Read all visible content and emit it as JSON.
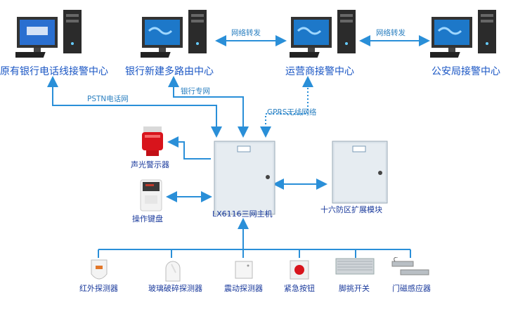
{
  "centers": {
    "bank_phone": "原有银行电话线接警中心",
    "bank_router": "银行新建多路由中心",
    "operator": "运营商接警中心",
    "police": "公安局接警中心"
  },
  "links": {
    "forward_1": "网络转发",
    "forward_2": "网络转发",
    "pstn": "PSTN电话网",
    "bank_private": "银行专网",
    "gprs": "GPRS无线网络"
  },
  "devices": {
    "alarm_light": "声光警示器",
    "keypad": "操作键盘",
    "host": "LX6116三网主机",
    "expansion": "十六防区扩展模块"
  },
  "detectors": [
    {
      "label": "红外探测器"
    },
    {
      "label": "玻璃破碎探测器"
    },
    {
      "label": "震动探测器"
    },
    {
      "label": "紧急按钮"
    },
    {
      "label": "脚挑开关"
    },
    {
      "label": "门磁感应器"
    }
  ],
  "colors": {
    "wire": "#2a8fd8",
    "label_blue": "#1a56c4"
  }
}
